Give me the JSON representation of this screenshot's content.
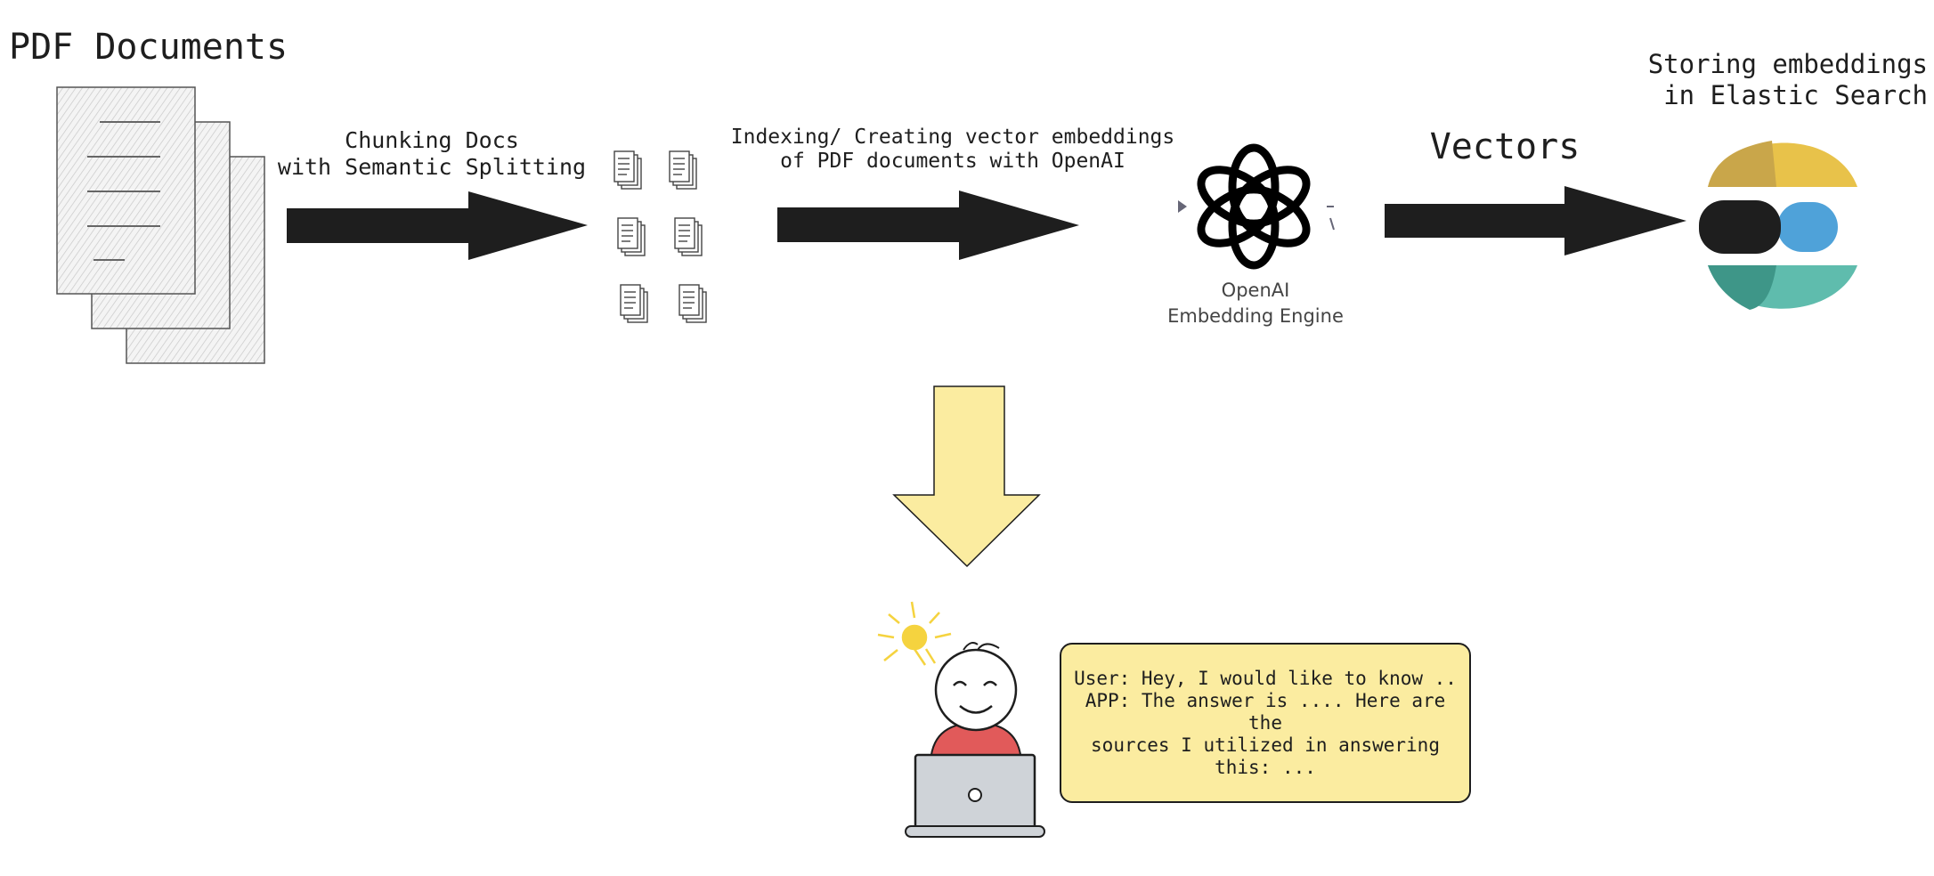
{
  "labels": {
    "pdf_documents": "PDF Documents",
    "chunking": "Chunking Docs\nwith Semantic Splitting",
    "indexing": "Indexing/ Creating vector embeddings\nof PDF documents with OpenAI",
    "vectors": "Vectors",
    "storing": "Storing embeddings\nin Elastic Search",
    "openai_engine": "OpenAI\nEmbedding Engine"
  },
  "chat": {
    "text": "User: Hey, I would like to know ..\nAPP: The answer is .... Here are the\nsources I utilized in answering\nthis: ..."
  },
  "icons": [
    "document-stack-icon",
    "chunk-icon",
    "openai-logo-icon",
    "elasticsearch-logo-icon",
    "lightbulb-icon",
    "person-icon",
    "laptop-icon"
  ],
  "colors": {
    "arrow": "#1e1e1e",
    "down_arrow": "#fbeca0",
    "bubble": "#fbeca0",
    "elastic_yellow": "#e8c24a",
    "elastic_blue": "#4fa2d9",
    "elastic_teal": "#5fbcad",
    "person_shirt": "#e15a5a",
    "laptop": "#cfd3d8",
    "bulb": "#f5d33f"
  }
}
